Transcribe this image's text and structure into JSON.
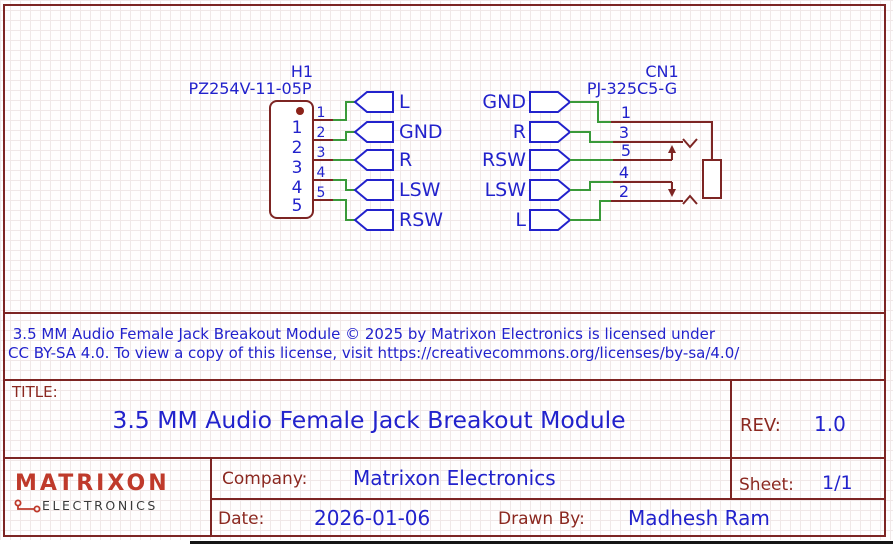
{
  "colors": {
    "sheet_line": "#7D2523",
    "label_maroon": "#8B2820",
    "net_blue": "#2222CC",
    "wire_green": "#3A9A3A",
    "logo_red": "#BF3A2B",
    "logo_gray": "#3A3A3A"
  },
  "schematic": {
    "h1": {
      "ref": "H1",
      "part": "PZ254V-11-05P",
      "pins": [
        "1",
        "2",
        "3",
        "4",
        "5"
      ],
      "nets": [
        "L",
        "GND",
        "R",
        "LSW",
        "RSW"
      ]
    },
    "cn1": {
      "ref": "CN1",
      "part": "PJ-325C5-G",
      "pins": [
        "1",
        "3",
        "5",
        "4",
        "2"
      ],
      "nets": [
        "GND",
        "R",
        "RSW",
        "LSW",
        "L"
      ]
    }
  },
  "license": {
    "line1": " 3.5 MM Audio Female Jack Breakout Module © 2025 by Matrixon Electronics is licensed under",
    "line2": "CC BY-SA 4.0. To view a copy of this license, visit https://creativecommons.org/licenses/by-sa/4.0/"
  },
  "title_block": {
    "title_label": "TITLE:",
    "title": "3.5 MM Audio Female Jack Breakout Module",
    "rev_label": "REV:",
    "rev": "1.0",
    "company_label": "Company:",
    "company": "Matrixon Electronics",
    "sheet_label": "Sheet:",
    "sheet": "1/1",
    "date_label": "Date:",
    "date": "2026-01-06",
    "drawn_by_label": "Drawn By:",
    "drawn_by": "Madhesh Ram"
  },
  "logo": {
    "top": "MATRIXON",
    "bottom": "ELECTRONICS"
  }
}
